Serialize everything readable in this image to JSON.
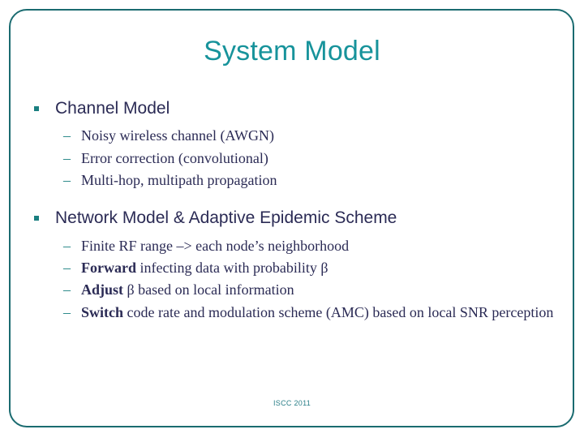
{
  "slide": {
    "title": "System Model",
    "footer": "ISCC 2011",
    "colors": {
      "frame": "#1a6b70",
      "title": "#17939b",
      "body_text": "#2b2b55",
      "bullet_marker": "#1a7f80",
      "footer_text": "#2a7f88",
      "background": "#ffffff"
    },
    "sections": [
      {
        "heading": "Channel Model",
        "marker": "square-bullet",
        "subitems": [
          {
            "dash": "–",
            "text": "Noisy wireless channel (AWGN)"
          },
          {
            "dash": "–",
            "text": "Error correction (convolutional)"
          },
          {
            "dash": "–",
            "text": "Multi-hop, multipath propagation"
          }
        ]
      },
      {
        "heading": "Network Model & Adaptive Epidemic Scheme",
        "marker": "square-bullet",
        "subitems": [
          {
            "dash": "–",
            "bold": "",
            "text": "Finite RF range –> each node’s neighborhood"
          },
          {
            "dash": "–",
            "bold": "Forward",
            "text": " infecting data with probability β"
          },
          {
            "dash": "–",
            "bold": "Adjust",
            "text": " β based on local information"
          },
          {
            "dash": "–",
            "bold": "Switch",
            "text": " code rate and modulation scheme (AMC) based on local SNR perception"
          }
        ]
      }
    ]
  }
}
